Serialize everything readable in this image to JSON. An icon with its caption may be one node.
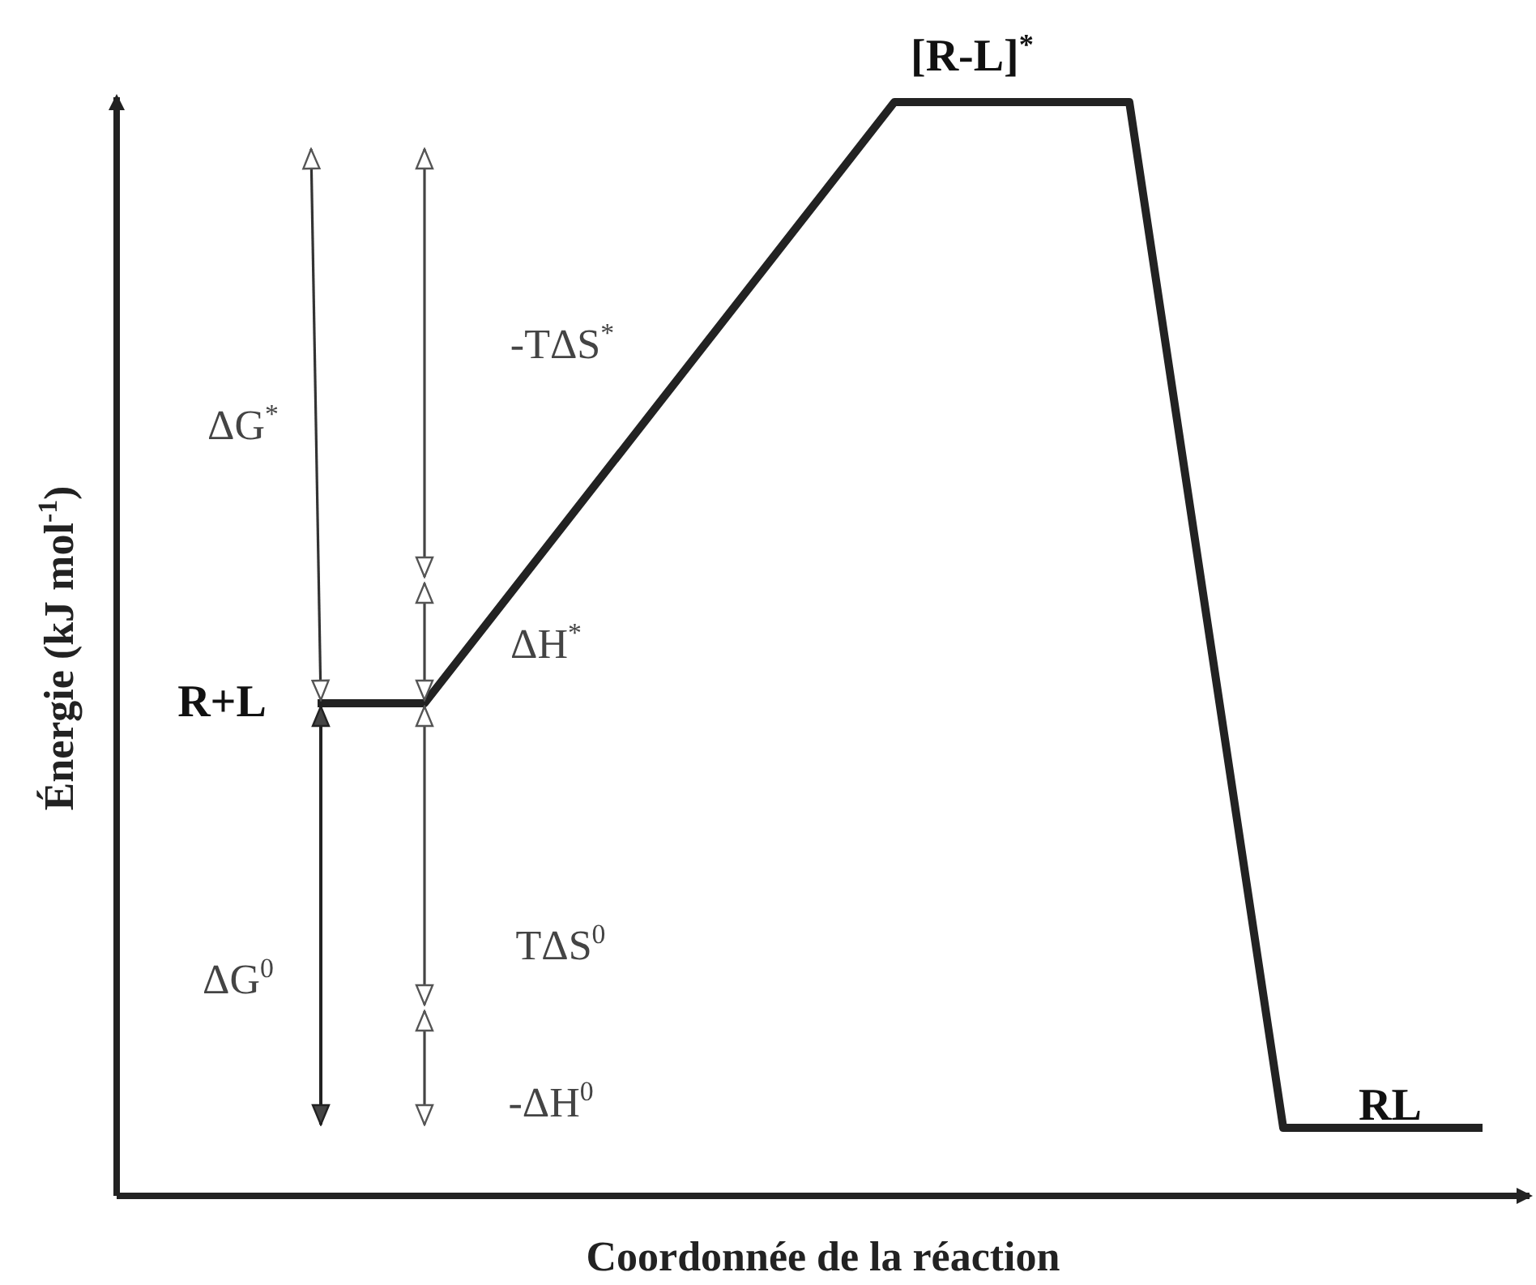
{
  "diagram": {
    "labels": [
      "[R-L]$^{*}$",
      "Énergie (kJ mol$^{-1}$)",
      "-TΔS$^{*}$",
      "ΔG$^{*}$",
      "ΔH$^{*}$",
      "R+L",
      "TΔS$^{0}$",
      "ΔG$^{0}$",
      "-ΔH$^{0}$",
      "RL",
      "Coordonnée de la réaction"
    ]
  }
}
